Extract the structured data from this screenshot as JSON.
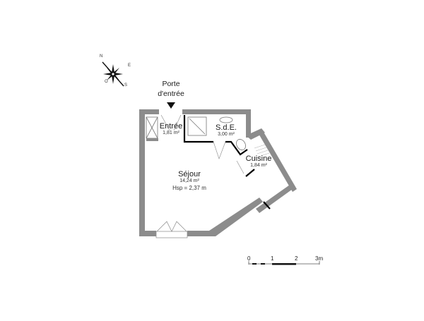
{
  "plan": {
    "entrance_label_line1": "Porte",
    "entrance_label_line2": "d'entrée",
    "rooms": [
      {
        "name": "Entrée",
        "area": "1,81 m²"
      },
      {
        "name": "S.d.E.",
        "area": "3,00 m²"
      },
      {
        "name": "Cuisine",
        "area": "1,84 m²"
      },
      {
        "name": "Séjour",
        "area": "14,24 m²",
        "extra": "Hsp = 2,37 m"
      }
    ],
    "wall_color": "#8c8c8c",
    "partition_color": "#000000"
  },
  "compass": {
    "n": "N",
    "e": "E",
    "s": "S",
    "o": "O"
  },
  "scale_bar": {
    "ticks": [
      "0",
      "1",
      "2",
      "3m"
    ]
  }
}
